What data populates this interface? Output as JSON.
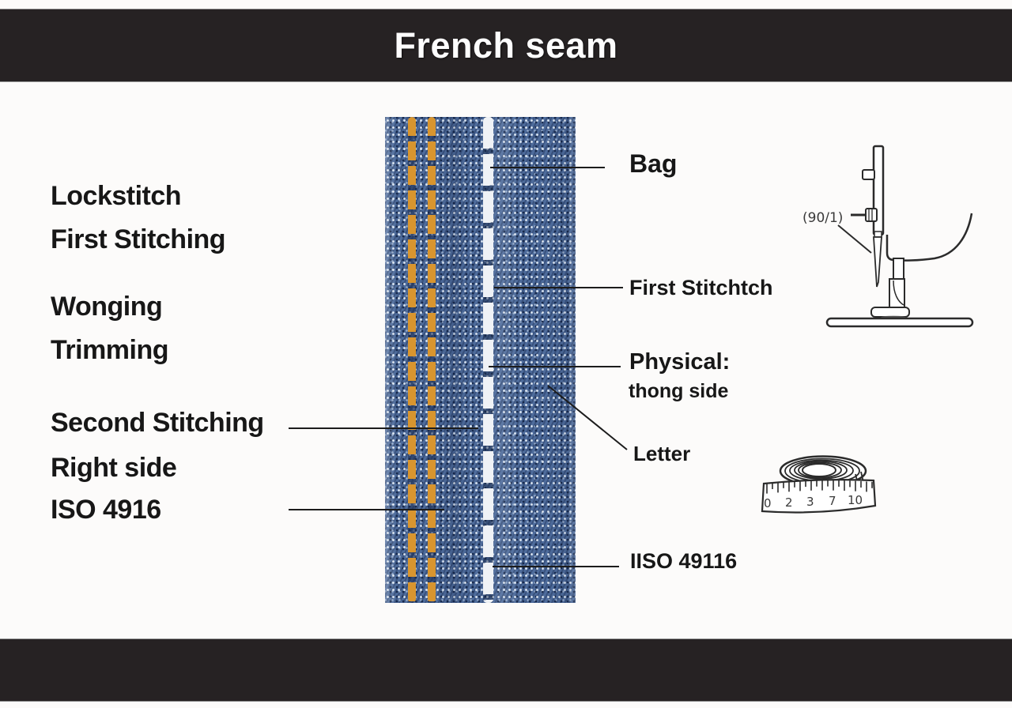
{
  "header": {
    "title": "French seam"
  },
  "left_labels": [
    "Lockstitch",
    "First Stitching",
    "Wonging",
    "Trimming",
    "Second Stitching",
    "Right side",
    "ISO 4916"
  ],
  "right_labels": {
    "bag": "Bag",
    "first_stitchtch": "First Stitchtch",
    "physical": "Physical:",
    "physical_sub": "thong side",
    "letter": "Letter",
    "iso": "IISO 49116"
  },
  "machine": {
    "caption": "(90/1)"
  },
  "tape": {
    "tick_numbers": [
      "0",
      "2",
      "3",
      "7",
      "10"
    ]
  },
  "colors": {
    "bar": "#262223",
    "background": "#fcfbfa",
    "text": "#171717",
    "denim_base": "#4e6c9c",
    "denim_dark": "#2c4470",
    "denim_light": "#aabfd8",
    "orange_stitch": "#d8952f",
    "white_stitch": "#eff2f6"
  }
}
